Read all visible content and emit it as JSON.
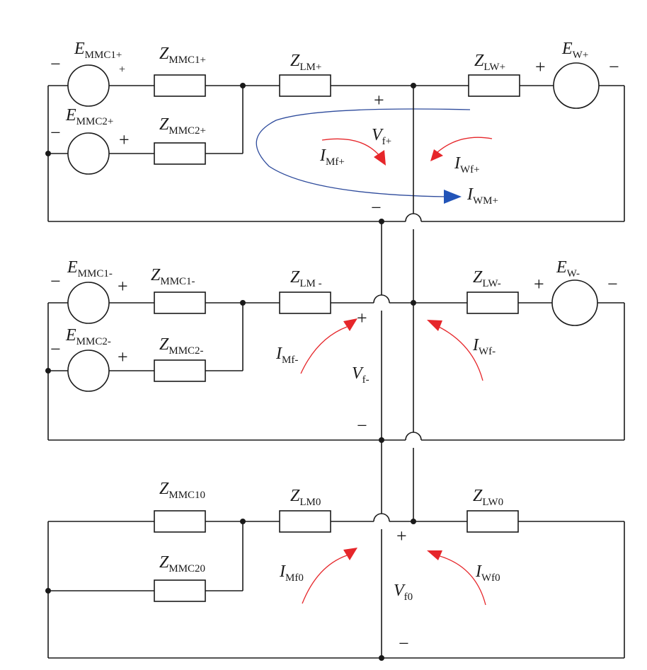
{
  "colors": {
    "wire": "#1a1a1a",
    "fault_current": "#e6262a",
    "loop_current": "#2254b8"
  },
  "top": {
    "e_mmc1": {
      "main": "E",
      "sub": "MMC1+"
    },
    "e_mmc2": {
      "main": "E",
      "sub": "MMC2+"
    },
    "z_mmc1": {
      "main": "Z",
      "sub": "MMC1+"
    },
    "z_mmc2": {
      "main": "Z",
      "sub": "MMC2+"
    },
    "z_lm": {
      "main": "Z",
      "sub": "LM+"
    },
    "z_lw": {
      "main": "Z",
      "sub": "LW+"
    },
    "e_w": {
      "main": "E",
      "sub": "W+"
    },
    "v_f": {
      "main": "V",
      "sub": "f+"
    },
    "i_mf": {
      "main": "I",
      "sub": "Mf+"
    },
    "i_wf": {
      "main": "I",
      "sub": "Wf+"
    },
    "i_wm": {
      "main": "I",
      "sub": "WM+"
    }
  },
  "mid": {
    "e_mmc1": {
      "main": "E",
      "sub": "MMC1-"
    },
    "e_mmc2": {
      "main": "E",
      "sub": "MMC2-"
    },
    "z_mmc1": {
      "main": "Z",
      "sub": "MMC1-"
    },
    "z_mmc2": {
      "main": "Z",
      "sub": "MMC2-"
    },
    "z_lm": {
      "main": "Z",
      "sub": "LM -"
    },
    "z_lw": {
      "main": "Z",
      "sub": "LW-"
    },
    "e_w": {
      "main": "E",
      "sub": "W-"
    },
    "v_f": {
      "main": "V",
      "sub": "f-"
    },
    "i_mf": {
      "main": "I",
      "sub": "Mf-"
    },
    "i_wf": {
      "main": "I",
      "sub": "Wf-"
    }
  },
  "bot": {
    "z_mmc1": {
      "main": "Z",
      "sub": "MMC10"
    },
    "z_mmc2": {
      "main": "Z",
      "sub": "MMC20"
    },
    "z_lm": {
      "main": "Z",
      "sub": "LM0"
    },
    "z_lw": {
      "main": "Z",
      "sub": "LW0"
    },
    "v_f": {
      "main": "V",
      "sub": "f0"
    },
    "i_mf": {
      "main": "I",
      "sub": "Mf0"
    },
    "i_wf": {
      "main": "I",
      "sub": "Wf0"
    }
  },
  "signs": {
    "plus": "+",
    "minus": "−"
  }
}
